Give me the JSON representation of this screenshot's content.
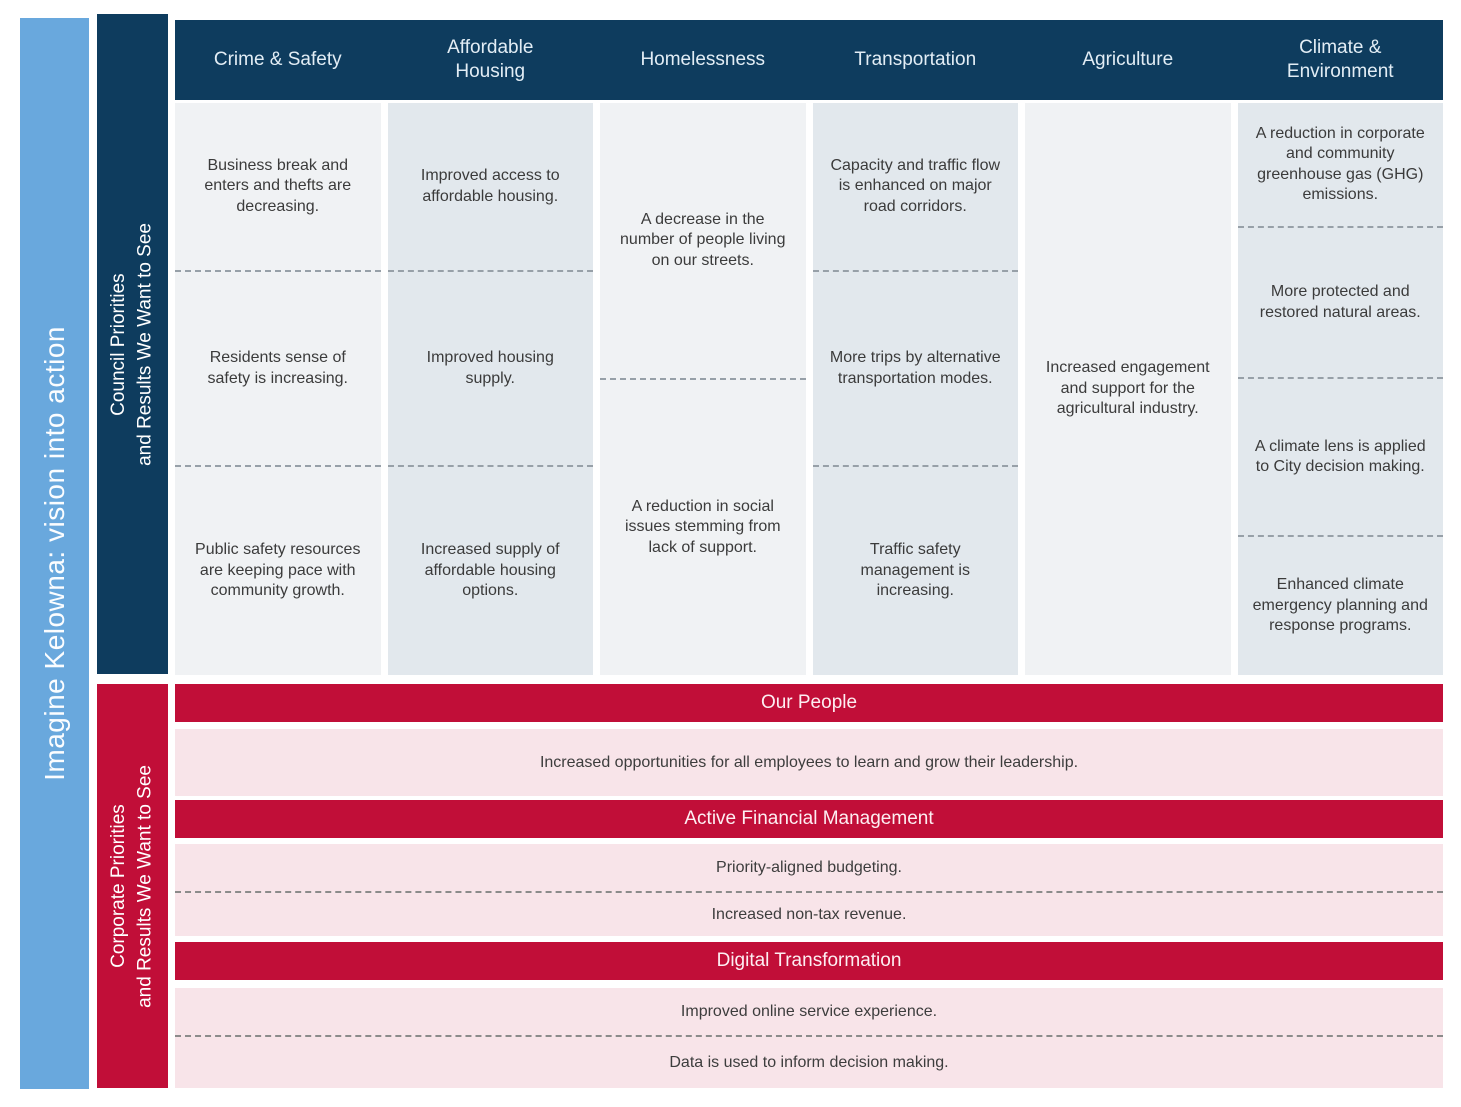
{
  "banner": {
    "title": "Imagine Kelowna: vision into action"
  },
  "council": {
    "bar_line1": "Council Priorities",
    "bar_line2": "and Results We Want to See",
    "columns": [
      {
        "header": "Crime & Safety",
        "results": [
          "Business break and enters and thefts are decreasing.",
          "Residents sense of safety is increasing.",
          "Public safety resources are keeping pace with community growth."
        ]
      },
      {
        "header": "Affordable Housing",
        "results": [
          "Improved access to affordable housing.",
          "Improved housing supply.",
          "Increased supply of affordable housing options."
        ]
      },
      {
        "header": "Homelessness",
        "results": [
          "A decrease in the number of people living on our streets.",
          "A reduction in social issues stemming from lack of support."
        ]
      },
      {
        "header": "Transportation",
        "results": [
          "Capacity and traffic flow is enhanced on major road corridors.",
          "More trips by alternative transportation modes.",
          "Traffic safety management is increasing."
        ]
      },
      {
        "header": "Agriculture",
        "results": [
          "Increased engagement and support for the agricultural industry."
        ]
      },
      {
        "header": "Climate & Environment",
        "results": [
          "A reduction in corporate and community greenhouse gas (GHG) emissions.",
          "More protected and restored natural areas.",
          "A climate lens is applied to City decision making.",
          "Enhanced climate emergency planning and response programs."
        ]
      }
    ]
  },
  "corporate": {
    "bar_line1": "Corporate Priorities",
    "bar_line2": "and Results We Want to See",
    "sections": [
      {
        "header": "Our People",
        "results": [
          "Increased opportunities for all employees to learn and grow their leadership."
        ]
      },
      {
        "header": "Active Financial Management",
        "results": [
          "Priority-aligned budgeting.",
          "Increased non-tax revenue."
        ]
      },
      {
        "header": "Digital Transformation",
        "results": [
          "Improved online service experience.",
          "Data is used to inform decision making."
        ]
      }
    ]
  },
  "colors": {
    "navy": "#0e3c5e",
    "crimson": "#c10e38",
    "sky_blue": "#69a8dd",
    "panel_light": "#f0f2f4",
    "panel_dark": "#e2e8ed",
    "pink_row": "#f8e4e9"
  }
}
